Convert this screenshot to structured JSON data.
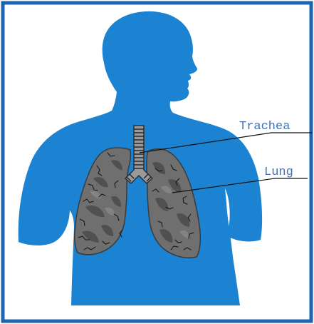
{
  "diagram": {
    "labels": {
      "trachea": "Trachea",
      "lung": "Lung"
    }
  },
  "colors": {
    "frame": "#1e66b0",
    "body": "#1b83d2",
    "lung": "#6f6f6f",
    "lung_dark": "#4b4b4b",
    "lung_light": "#8a8a8a",
    "trachea": "#9a9a9a",
    "label_text": "#3f72b7",
    "leader": "#111111"
  },
  "icons": {
    "body": "human-torso-silhouette",
    "trachea": "trachea-icon",
    "lungs": "lung-icon"
  }
}
